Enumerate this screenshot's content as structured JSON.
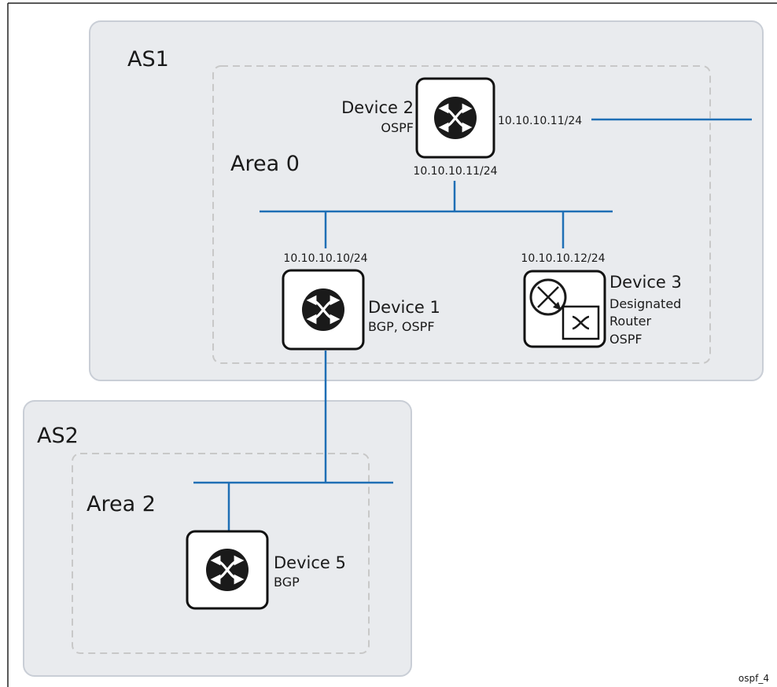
{
  "colors": {
    "as_fill": "#e9ebee",
    "as_border": "#c9ced6",
    "area_border": "#c8c8c8",
    "link": "#1f6fb5",
    "device_border": "#111111",
    "device_icon": "#1a1a1a"
  },
  "autonomous_systems": [
    {
      "name": "AS1"
    },
    {
      "name": "AS2"
    }
  ],
  "areas": [
    {
      "name": "Area 0"
    },
    {
      "name": "Area 2"
    }
  ],
  "devices": {
    "device2": {
      "name": "Device 2",
      "protocols": "OSPF",
      "icon": "switch-icon"
    },
    "device1": {
      "name": "Device 1",
      "protocols": "BGP, OSPF",
      "icon": "switch-icon"
    },
    "device3": {
      "name": "Device 3",
      "role_line1": "Designated",
      "role_line2": "Router",
      "protocols": "OSPF",
      "icon": "router-icon"
    },
    "device5": {
      "name": "Device 5",
      "protocols": "BGP",
      "icon": "switch-icon"
    }
  },
  "interfaces": {
    "device2_east": "10.10.10.11/24",
    "device2_south": "10.10.10.11/24",
    "device1": "10.10.10.10/24",
    "device3": "10.10.10.12/24"
  },
  "figure_id": "ospf_4"
}
